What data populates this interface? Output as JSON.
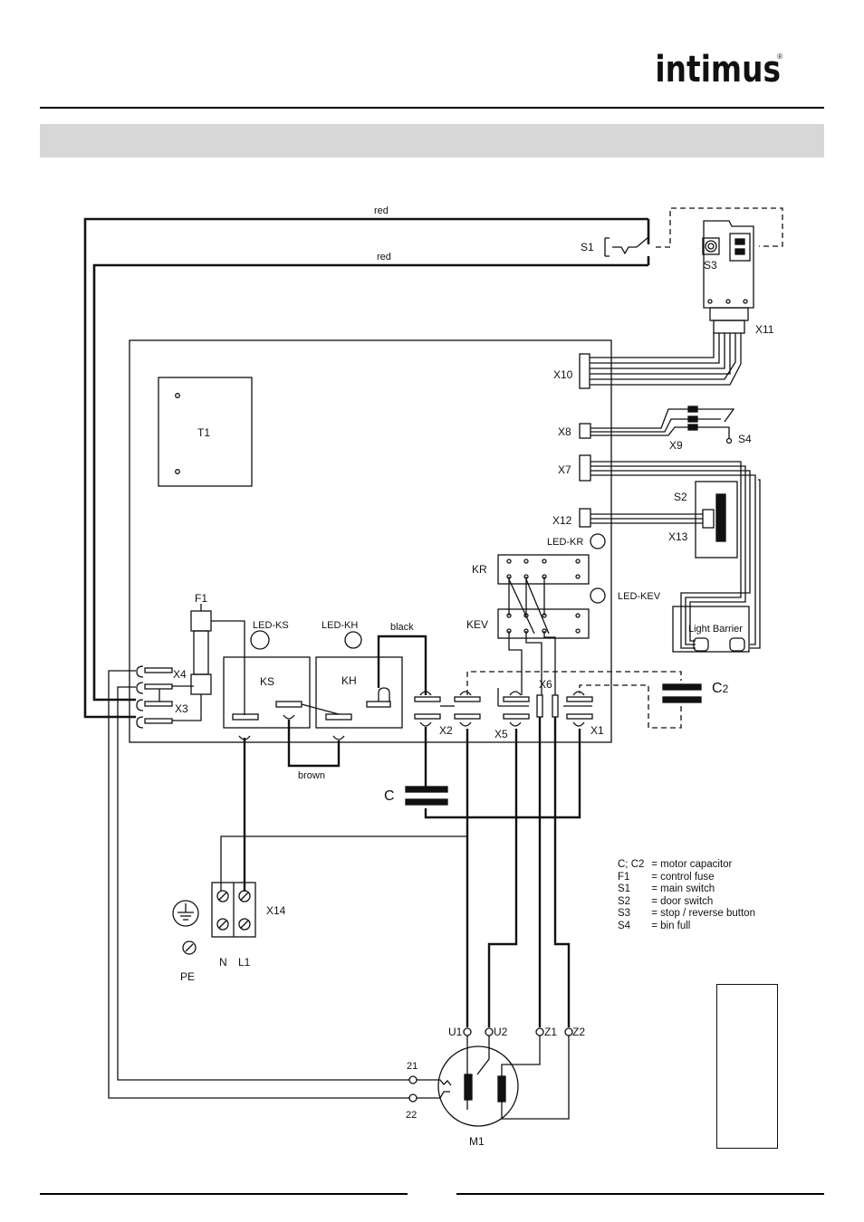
{
  "brand": "intimus",
  "brand_mark": "®",
  "wire_labels": {
    "red_top": "red",
    "red_lower": "red",
    "black": "black",
    "brown": "brown"
  },
  "components": {
    "S1": "S1",
    "S3": "S3",
    "X11": "X11",
    "X10": "X10",
    "X8": "X8",
    "X9": "X9",
    "S4": "S4",
    "X7": "X7",
    "S2": "S2",
    "X12": "X12",
    "X13": "X13",
    "T1": "T1",
    "LED_KR": "LED-KR",
    "KR": "KR",
    "LED_KEV": "LED-KEV",
    "KEV": "KEV",
    "F1": "F1",
    "LED_KS": "LED-KS",
    "LED_KH": "LED-KH",
    "KS": "KS",
    "KH": "KH",
    "X4": "X4",
    "X3": "X3",
    "X2": "X2",
    "X5": "X5",
    "X6": "X6",
    "X1": "X1",
    "C2_main": "C",
    "C2_sub": "2",
    "C": "C",
    "light_barrier": "Light Barrier",
    "X14": "X14",
    "N": "N",
    "L1": "L1",
    "PE": "PE",
    "U1": "U1",
    "U2": "U2",
    "Z1": "Z1",
    "Z2": "Z2",
    "t21": "21",
    "t22": "22",
    "M1": "M1"
  },
  "legend": [
    {
      "key": "C; C2",
      "sep": "=",
      "value": "motor  capacitor"
    },
    {
      "key": "F1",
      "sep": "=",
      "value": "control fuse"
    },
    {
      "key": "S1",
      "sep": "=",
      "value": "main switch"
    },
    {
      "key": "S2",
      "sep": "=",
      "value": "door switch"
    },
    {
      "key": "S3",
      "sep": "=",
      "value": "stop / reverse button"
    },
    {
      "key": "S4",
      "sep": "=",
      "value": "bin full"
    }
  ]
}
